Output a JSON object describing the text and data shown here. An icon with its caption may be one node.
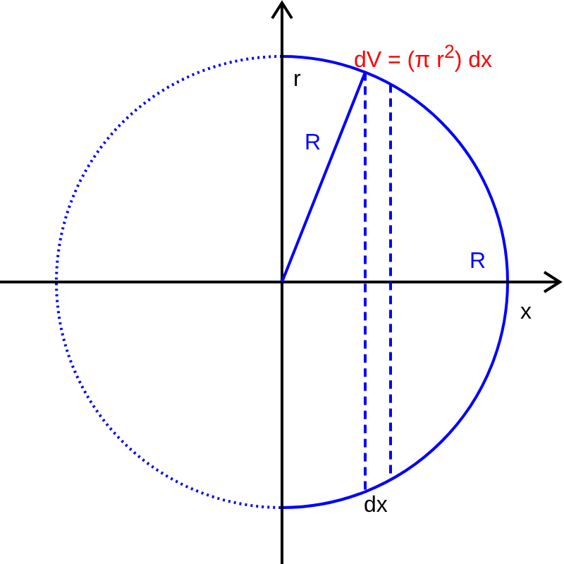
{
  "diagram": {
    "labels": [
      "dV = (π r$^{2}$) dx",
      "r",
      "R",
      "R",
      "x",
      "dx"
    ]
  }
}
